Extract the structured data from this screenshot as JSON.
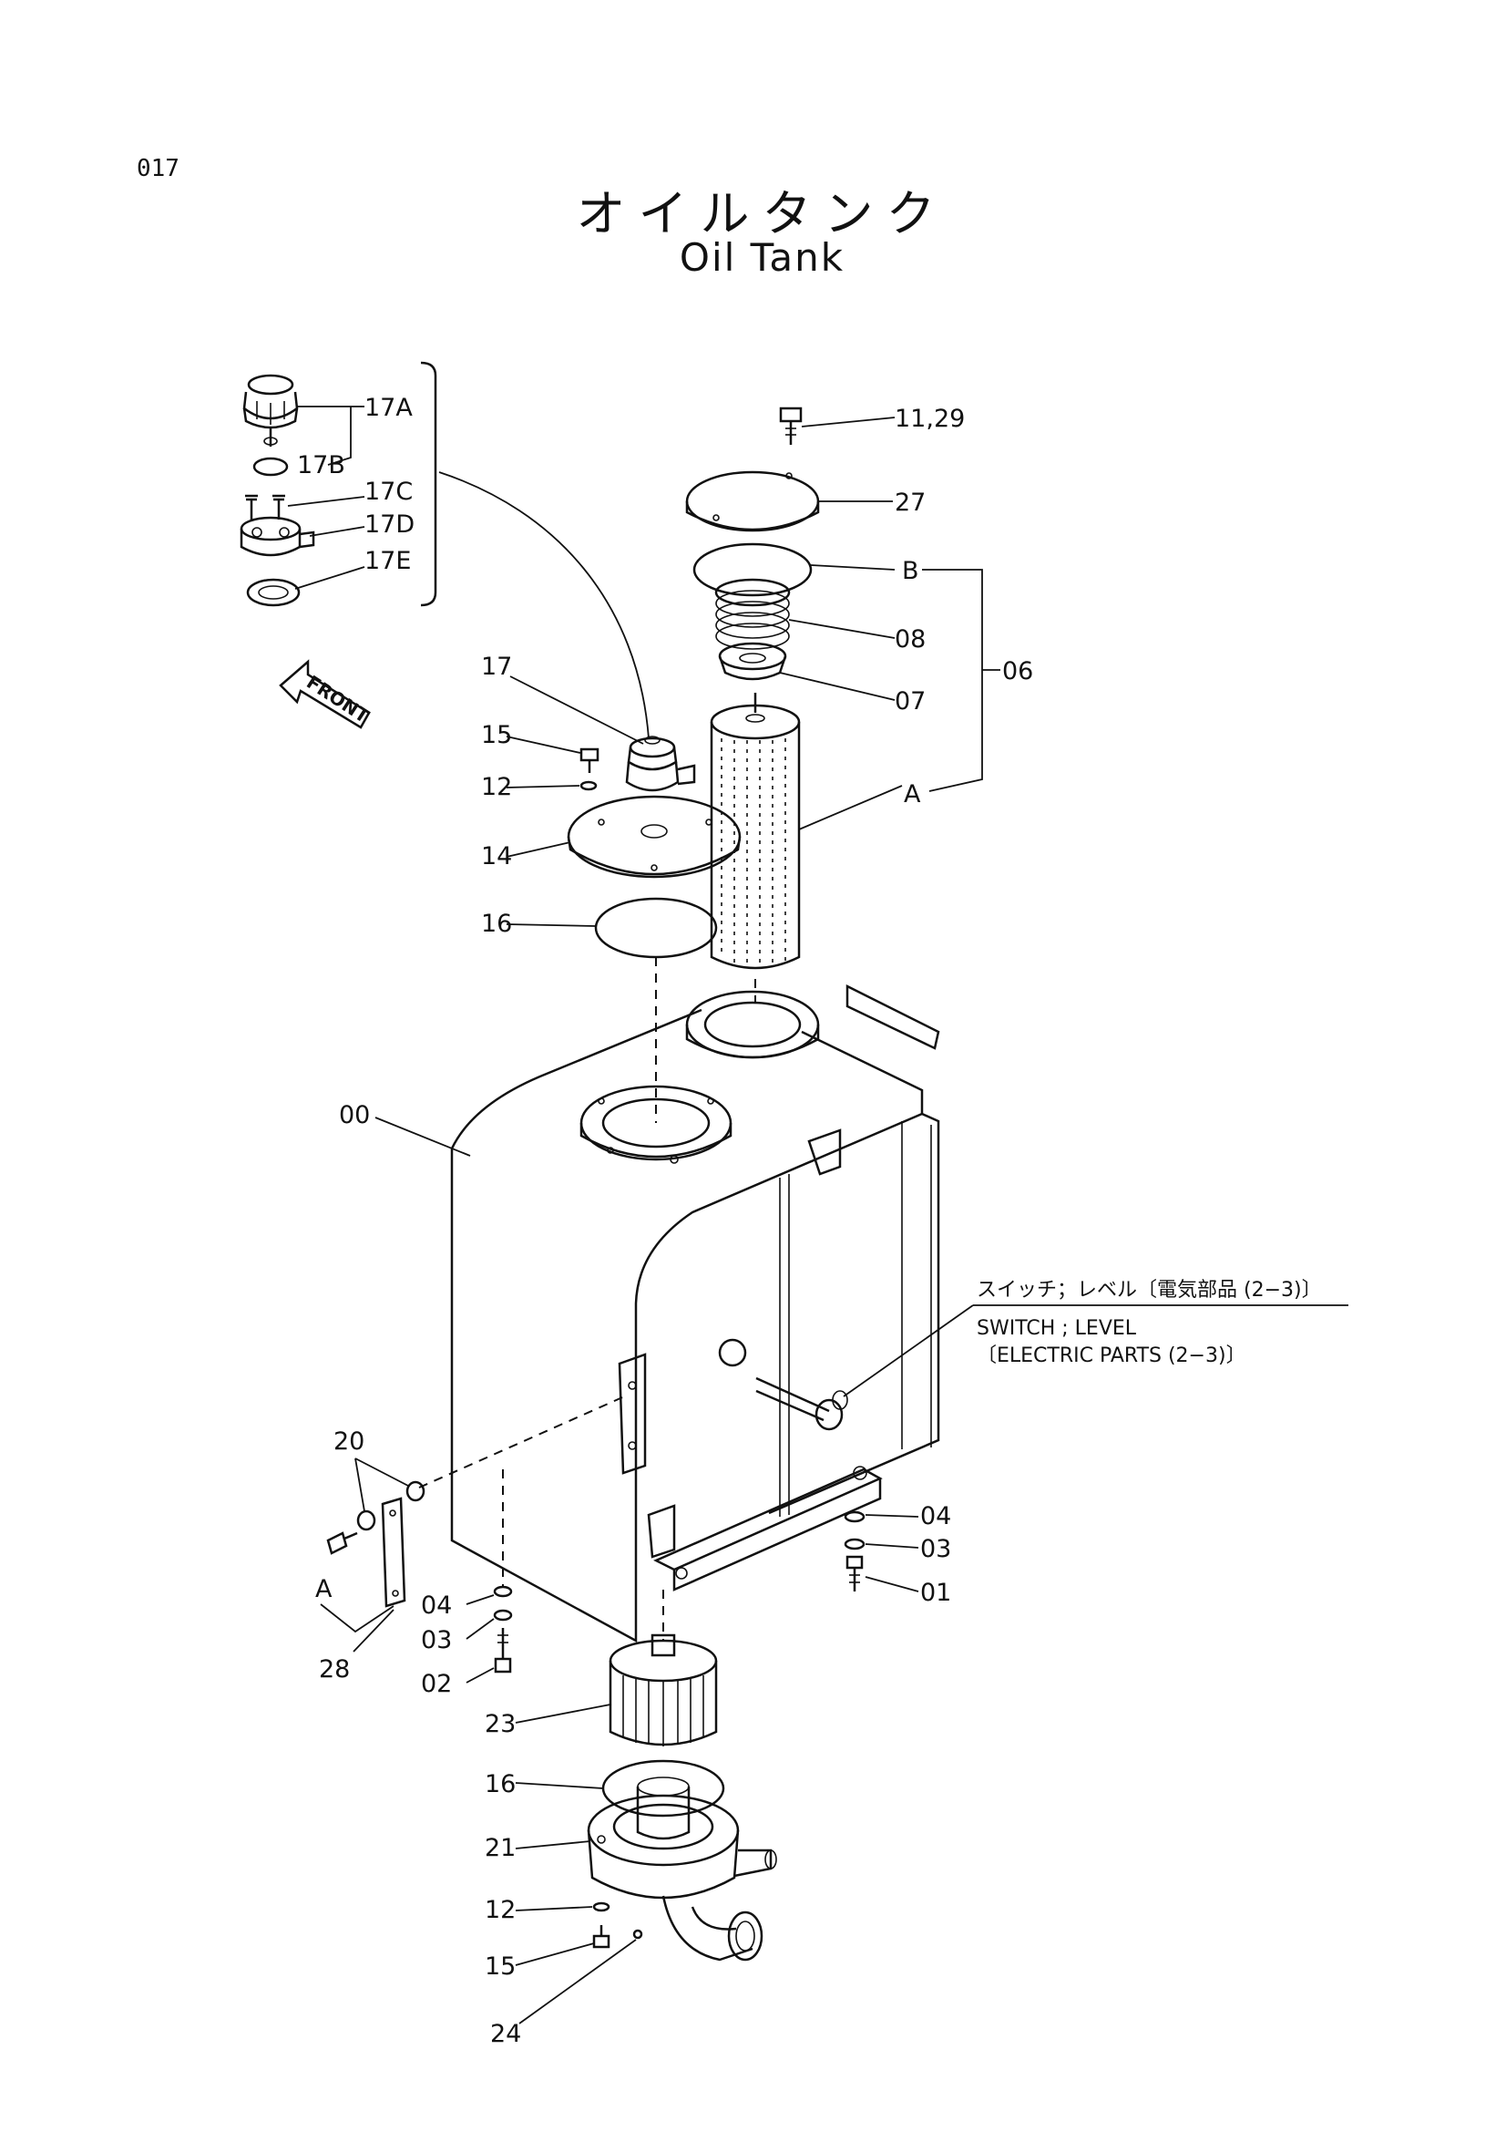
{
  "page_number": "017",
  "title_jp": "オイルタンク",
  "title_en": "Oil Tank",
  "callouts": {
    "c17A": "17A",
    "c17B": "17B",
    "c17C": "17C",
    "c17D": "17D",
    "c17E": "17E",
    "c11_29": "11,29",
    "c27": "27",
    "cB": "B",
    "c08": "08",
    "c06": "06",
    "c07": "07",
    "cA_right": "A",
    "c17": "17",
    "c15_top": "15",
    "c12_top": "12",
    "c14": "14",
    "c16_top": "16",
    "c00": "00",
    "c20": "20",
    "cA_left": "A",
    "c28": "28",
    "c04_left": "04",
    "c03_left": "03",
    "c02": "02",
    "c04_right": "04",
    "c03_right": "03",
    "c01": "01",
    "c23": "23",
    "c16_bottom": "16",
    "c21": "21",
    "c12_bottom": "12",
    "c15_bottom": "15",
    "c24": "24"
  },
  "front_label": "FRONT",
  "switch_note": {
    "line1": "スイッチ；レベル〔電気部品 (2−3)〕",
    "line2": "SWITCH ; LEVEL",
    "line3": "〔ELECTRIC  PARTS (2−3)〕"
  }
}
